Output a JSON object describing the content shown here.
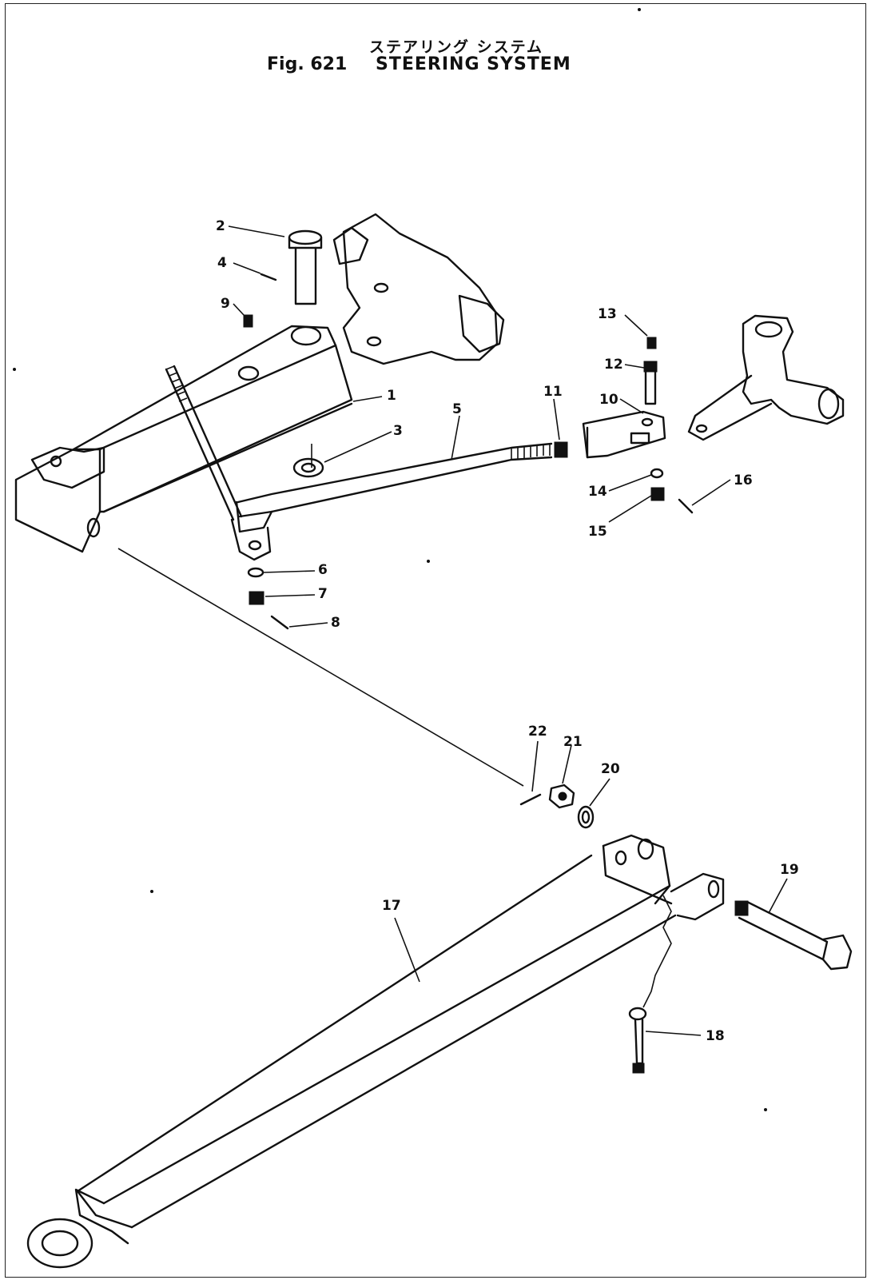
{
  "title": {
    "japanese": "ステアリング システム",
    "figure": "Fig. 621",
    "name": "STEERING SYSTEM"
  },
  "callouts": [
    "1",
    "2",
    "3",
    "4",
    "5",
    "6",
    "7",
    "8",
    "9",
    "10",
    "11",
    "12",
    "13",
    "14",
    "15",
    "16",
    "17",
    "18",
    "19",
    "20",
    "21",
    "22"
  ]
}
